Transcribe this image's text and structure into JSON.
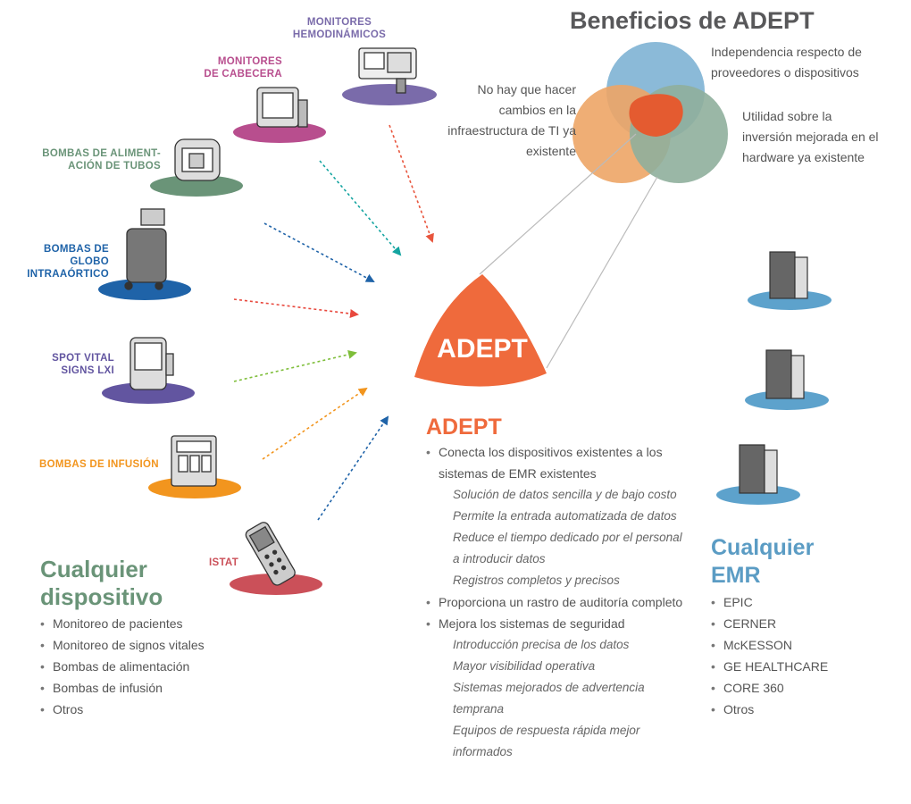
{
  "colors": {
    "adept_orange": "#EF6A3C",
    "title_gray": "#58585A",
    "text_gray": "#555555",
    "green": "#6A9478",
    "blue_emr": "#5B9CC4",
    "purple": "#7A6BAA",
    "magenta": "#B84E8E",
    "navy": "#1F63A8",
    "violet": "#6255A0",
    "infusion_orange": "#F2951E",
    "red": "#CB5059",
    "teal_arrow": "#14A4A0"
  },
  "venn": {
    "title": "Beneficios de ADEPT",
    "left_text": [
      "No hay que hacer",
      "cambios en la",
      "infraestructura de TI ya",
      "existente"
    ],
    "top_right_text": [
      "Independencia respecto de",
      "proveedores o dispositivos"
    ],
    "bottom_right_text": [
      "Utilidad sobre la",
      "inversión mejorada en el",
      "hardware ya existente"
    ]
  },
  "hub": {
    "label": "ADEPT"
  },
  "devices": [
    {
      "key": "hemodynamic",
      "lines": [
        "MONITORES",
        "HEMODINÁMICOS"
      ],
      "color": "#7A6BAA",
      "icon": "hemodynamic-monitor-icon"
    },
    {
      "key": "bedside",
      "lines": [
        "MONITORES",
        "DE CABECERA"
      ],
      "color": "#B84E8E",
      "icon": "bedside-monitor-icon"
    },
    {
      "key": "feeding",
      "lines": [
        "BOMBAS DE ALIMENT-",
        "ACIÓN DE TUBOS"
      ],
      "color": "#6A9478",
      "icon": "feeding-pump-icon"
    },
    {
      "key": "balloon",
      "lines": [
        "BOMBAS DE",
        "GLOBO",
        "INTRAAÓRTICO"
      ],
      "color": "#1F63A8",
      "icon": "balloon-pump-icon"
    },
    {
      "key": "spotvital",
      "lines": [
        "SPOT VITAL",
        "SIGNS LXi"
      ],
      "color": "#6255A0",
      "icon": "vital-signs-monitor-icon"
    },
    {
      "key": "infusion",
      "lines": [
        "BOMBAS DE INFUSIÓN"
      ],
      "color": "#F2951E",
      "icon": "infusion-pump-icon"
    },
    {
      "key": "istat",
      "lines": [
        "ISTAT"
      ],
      "color": "#CB5059",
      "icon": "handheld-analyzer-icon"
    }
  ],
  "any_device": {
    "title_lines": [
      "Cualquier",
      "dispositivo"
    ],
    "items": [
      "Monitoreo de pacientes",
      "Monitoreo de signos vitales",
      "Bombas de alimentación",
      "Bombas de infusión",
      "Otros"
    ]
  },
  "adept_section": {
    "title": "ADEPT",
    "points": [
      {
        "text": [
          "Conecta los dispositivos existentes a los",
          "sistemas de EMR existentes"
        ],
        "subs": [
          "Solución de datos sencilla y de bajo costo",
          "Permite la entrada automatizada de datos",
          "Reduce el tiempo dedicado por el personal",
          "a introducir datos",
          "Registros completos y precisos"
        ]
      },
      {
        "text": [
          "Proporciona un rastro de auditoría completo"
        ],
        "subs": []
      },
      {
        "text": [
          "Mejora los sistemas de seguridad"
        ],
        "subs": [
          "Introducción precisa de los datos",
          "Mayor visibilidad operativa",
          "Sistemas mejorados de advertencia",
          "temprana",
          "Equipos de respuesta rápida mejor",
          "informados"
        ]
      }
    ]
  },
  "emr": {
    "title_lines": [
      "Cualquier",
      "EMR"
    ],
    "items": [
      "EPIC",
      "CERNER",
      "McKESSON",
      "GE HEALTHCARE",
      "CORE 360",
      "Otros"
    ],
    "servers": [
      "server-icon",
      "server-icon",
      "server-icon"
    ]
  },
  "arrows": [
    {
      "device": "hemodynamic",
      "color": "#E8553D"
    },
    {
      "device": "bedside",
      "color": "#14A4A0"
    },
    {
      "device": "feeding",
      "color": "#1F63A8"
    },
    {
      "device": "balloon",
      "color": "#E8483D"
    },
    {
      "device": "spotvital",
      "color": "#7EBE3A"
    },
    {
      "device": "infusion",
      "color": "#F2951E"
    },
    {
      "device": "istat",
      "color": "#1F63A8"
    }
  ]
}
